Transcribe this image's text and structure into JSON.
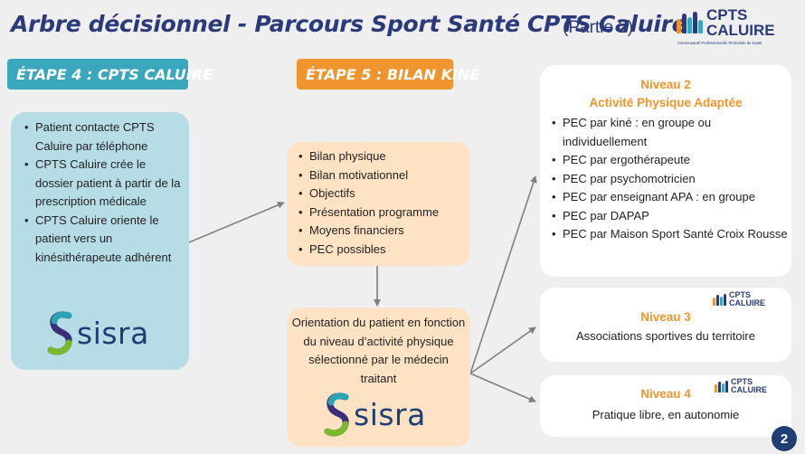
{
  "title": "Arbre décisionnel - Parcours Sport Santé CPTS Caluire",
  "title_part": "(Partie 2)",
  "logo": {
    "line1": "CPTS",
    "line2": "CALUIRE",
    "tagline": "Communauté Professionnelle Territoriale de Santé"
  },
  "step4": {
    "label": "ÉTAPE 4 : CPTS CALUIRE",
    "items": [
      "Patient contacte CPTS Caluire par téléphone",
      "CPTS Caluire crée le dossier patient à partir de la prescription médicale",
      "CPTS Caluire oriente le patient vers un kinésithérapeute adhérent"
    ],
    "sisra": "sisra"
  },
  "step5": {
    "label": "ÉTAPE 5 : BILAN KINÉ",
    "items": [
      "Bilan physique",
      "Bilan motivationnel",
      "Objectifs",
      "Présentation programme",
      "Moyens financiers",
      "PEC possibles"
    ],
    "orientation": "Orientation du patient en fonction du niveau d’activité physique sélectionné par le médecin traitant",
    "sisra": "sisra"
  },
  "niveau2": {
    "title": "Niveau 2",
    "subtitle": "Activité Physique Adaptée",
    "items": [
      "PEC par kiné : en groupe ou individuellement",
      "PEC par ergothérapeute",
      "PEC par psychomotricien",
      "PEC par enseignant APA : en groupe",
      "PEC par DAPAP",
      "PEC par Maison Sport Santé Croix Rousse"
    ]
  },
  "niveau3": {
    "title": "Niveau 3",
    "text": "Associations sportives du territoire"
  },
  "niveau4": {
    "title": "Niveau 4",
    "text": "Pratique libre, en autonomie"
  },
  "page_number": "2",
  "colors": {
    "navy": "#2a3a7a",
    "teal": "#3aa7bc",
    "orange": "#f0942e",
    "light_blue": "#b6dce6",
    "light_orange": "#fde3c3"
  }
}
